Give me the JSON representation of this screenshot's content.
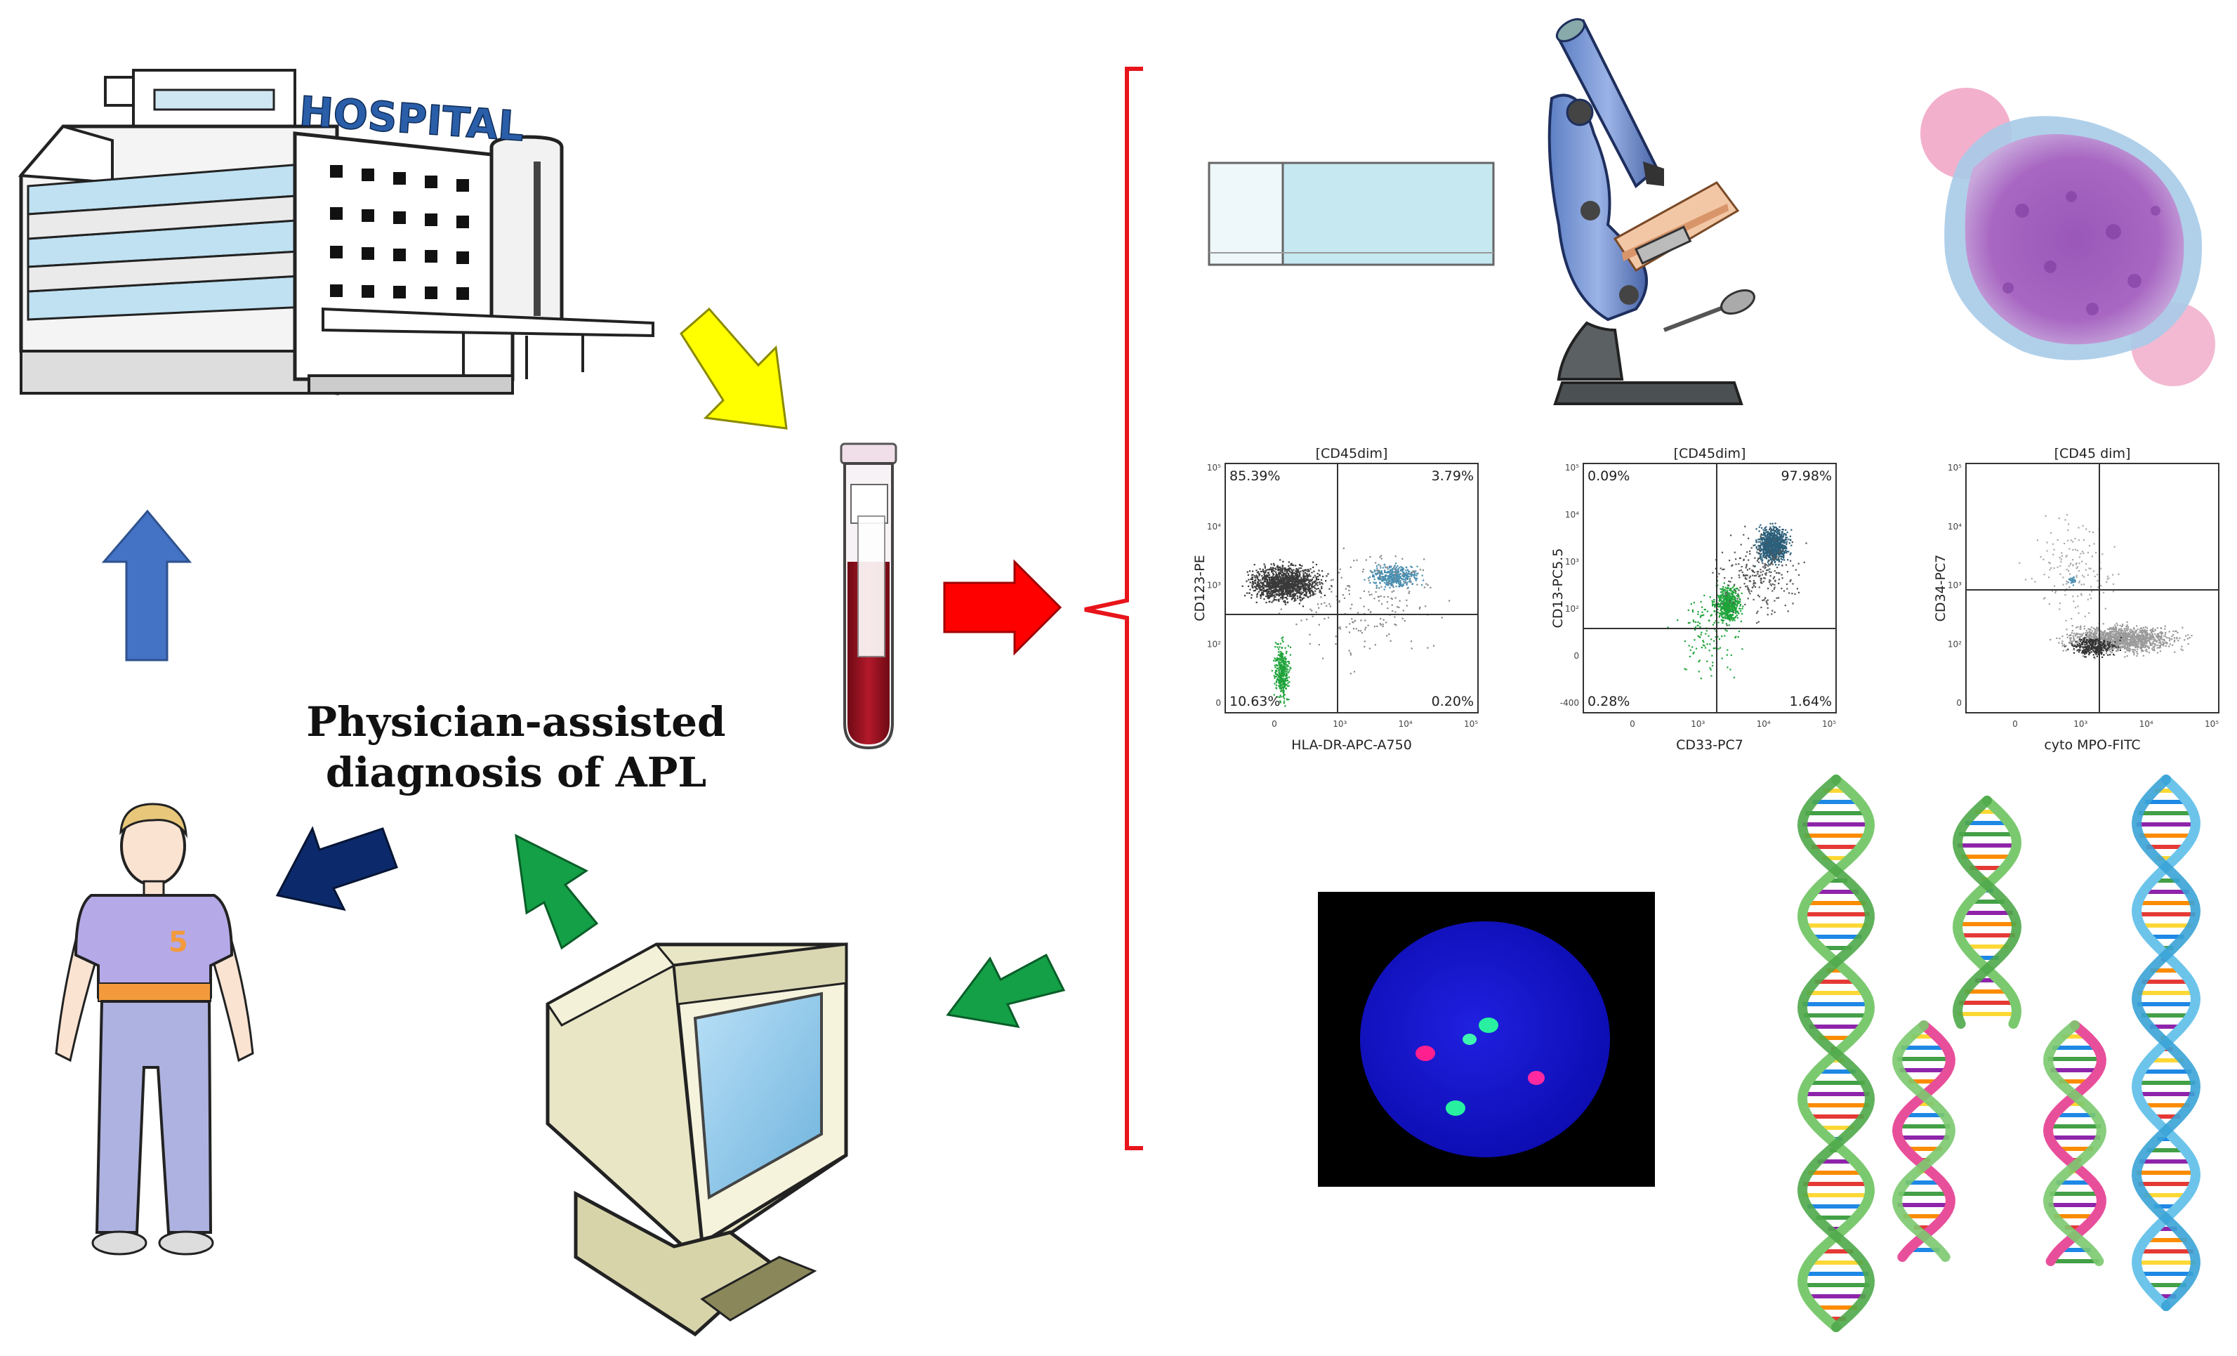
{
  "hospital": {
    "sign": "HOSPITAL"
  },
  "caption": {
    "line1": "Physician-assisted",
    "line2": "diagnosis of APL"
  },
  "colors": {
    "bracket": "#e8141b",
    "arrow_yellow": "#ffff00",
    "arrow_blue": "#4472c4",
    "arrow_red": "#ff0000",
    "arrow_green": "#14a046",
    "arrow_navy": "#0c2a6b",
    "fish_bg": "#000000",
    "fish_nucleus": "#1414d2"
  },
  "flow_plots": [
    {
      "title": "[CD45dim]",
      "xlabel": "HLA-DR-APC-A750",
      "ylabel": "CD123-PE",
      "quadrants": {
        "ul": "85.39%",
        "ur": "3.79%",
        "ll": "10.63%",
        "lr": "0.20%"
      },
      "yticks": [
        "10⁵",
        "10⁴",
        "10³",
        "10²",
        "0"
      ],
      "xticks": [
        "0",
        "10³",
        "10⁴",
        "10⁵"
      ]
    },
    {
      "title": "[CD45dim]",
      "xlabel": "CD33-PC7",
      "ylabel": "CD13-PC5.5",
      "quadrants": {
        "ul": "0.09%",
        "ur": "97.98%",
        "ll": "0.28%",
        "lr": "1.64%"
      },
      "yticks": [
        "10⁵",
        "10⁴",
        "10³",
        "10²",
        "0",
        "-400"
      ],
      "xticks": [
        "0",
        "10³",
        "10⁴",
        "10⁵"
      ]
    },
    {
      "title": "[CD45 dim]",
      "xlabel": "cyto MPO-FITC",
      "ylabel": "CD34-PC7",
      "quadrants": {
        "ul": "",
        "ur": "",
        "ll": "",
        "lr": ""
      },
      "yticks": [
        "10⁵",
        "10⁴",
        "10³",
        "10²",
        "0"
      ],
      "xticks": [
        "0",
        "10³",
        "10⁴",
        "10⁵"
      ]
    }
  ]
}
